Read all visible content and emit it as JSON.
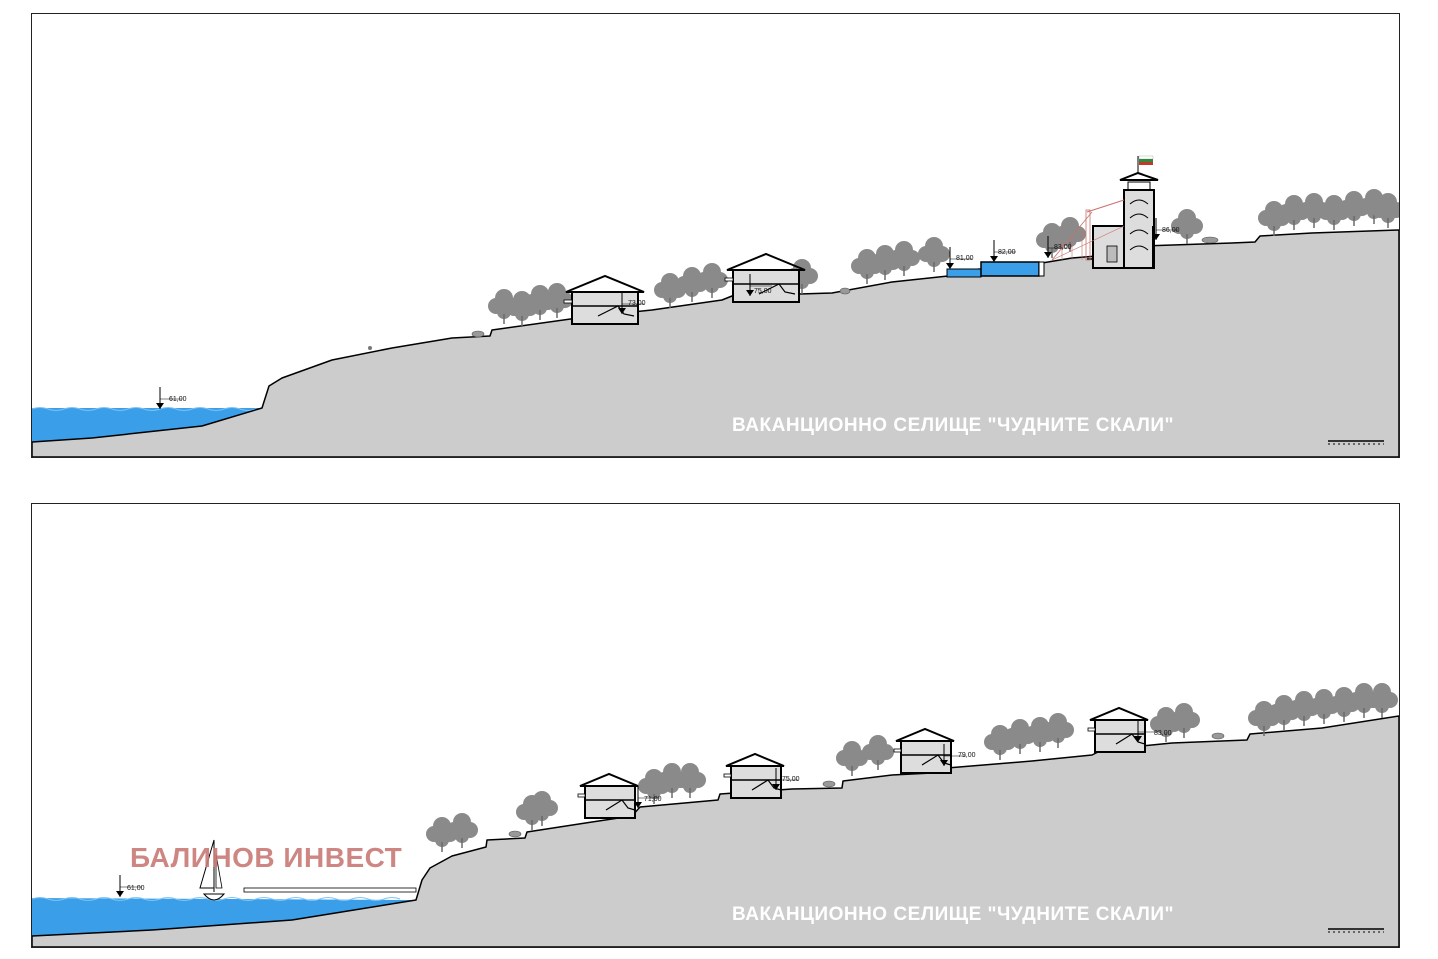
{
  "sections": [
    {
      "caption": "ВАКАНЦИОННО СЕЛИЩЕ \"ЧУДНИТЕ СКАЛИ\"",
      "elevations": [
        "61,00",
        "73,00",
        "75,00",
        "81,00",
        "82,00",
        "83,00",
        "86,00"
      ]
    },
    {
      "caption": "ВАКАНЦИОННО СЕЛИЩЕ \"ЧУДНИТЕ СКАЛИ\"",
      "elevations": [
        "61,00",
        "71,00",
        "75,00",
        "79,00",
        "83,00"
      ],
      "watermark": "БАЛИНОВ ИНВЕСТ"
    }
  ],
  "colors": {
    "water": "#3a9ee8",
    "ground": "#cccccc",
    "trees": "#8a8a8a",
    "flag_red": "#c0392b",
    "flag_green": "#2e8b3d",
    "flag_white": "#ffffff",
    "watermark": "#c97a76"
  },
  "icons": [
    "tree-icon",
    "house-icon",
    "tower-icon",
    "flag-icon",
    "sailboat-icon",
    "level-marker-icon",
    "scale-bar-icon"
  ]
}
